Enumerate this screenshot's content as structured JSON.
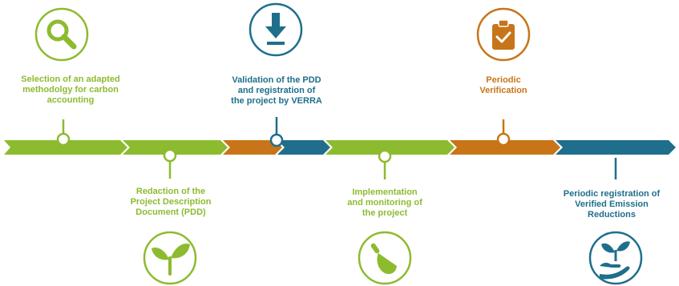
{
  "colors": {
    "green": "#8dbb2f",
    "blue": "#1f6e8c",
    "orange": "#c77518"
  },
  "steps": [
    {
      "id": "methodology",
      "label": "Selection of an adapted\nmethodolgy for carbon\naccounting",
      "color": "green",
      "position": "top",
      "icon": "magnifier-icon"
    },
    {
      "id": "pdd",
      "label": "Redaction of the\nProject Description\nDocument (PDD)",
      "color": "green",
      "position": "bottom",
      "icon": "sprout-icon"
    },
    {
      "id": "validation",
      "label": "Validation of the PDD\nand registration of\nthe project by VERRA",
      "color": "blue",
      "position": "top",
      "icon": "download-icon"
    },
    {
      "id": "implementation",
      "label": "Implementation\nand monitoring of\nthe project",
      "color": "green",
      "position": "bottom",
      "icon": "trowel-icon"
    },
    {
      "id": "verification",
      "label": "Periodic\nVerification",
      "color": "orange",
      "position": "top",
      "icon": "clipboard-check-icon"
    },
    {
      "id": "registration",
      "label": "Periodic registration of\nVerified Emission\nReductions",
      "color": "blue",
      "position": "bottom",
      "icon": "hand-plant-icon"
    }
  ],
  "arrow_segments": [
    {
      "color": "green"
    },
    {
      "color": "green"
    },
    {
      "color": "orange"
    },
    {
      "color": "blue"
    },
    {
      "color": "green"
    },
    {
      "color": "orange"
    },
    {
      "color": "blue"
    }
  ]
}
